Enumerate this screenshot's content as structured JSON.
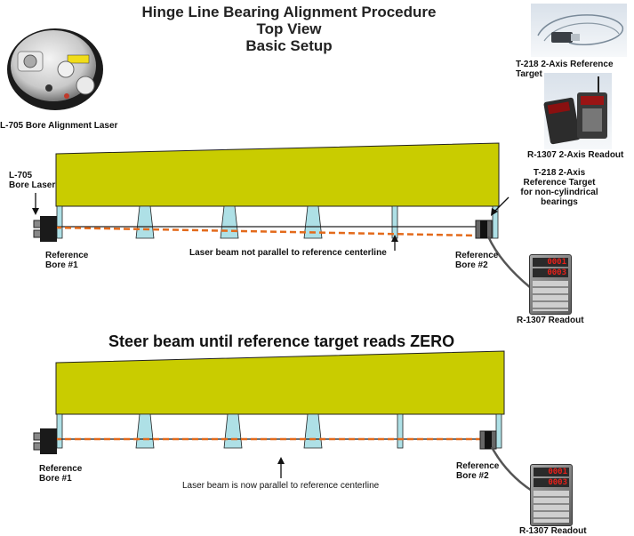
{
  "title": {
    "line1": "Hinge Line Bearing Alignment Procedure",
    "line2": "Top View",
    "line3": "Basic Setup"
  },
  "products": {
    "laser_caption": "L-705 Bore Alignment Laser",
    "target_caption": "T-218 2-Axis Reference Target",
    "readout_caption": "R-1307 2-Axis Readout"
  },
  "top_diagram": {
    "laser_label_line1": "L-705",
    "laser_label_line2": "Bore Laser",
    "target_label_line1": "T-218 2-Axis",
    "target_label_line2": "Reference Target",
    "target_label_line3": "for non-cylindrical",
    "target_label_line4": "bearings",
    "ref_bore1_line1": "Reference",
    "ref_bore1_line2": "Bore #1",
    "ref_bore2_line1": "Reference",
    "ref_bore2_line2": "Bore #2",
    "beam_note": "Laser beam not parallel to reference centerline",
    "readout_label": "R-1307 Readout",
    "readout_row1": "0001",
    "readout_row2": "0003"
  },
  "step_heading": "Steer beam until reference target reads ZERO",
  "bottom_diagram": {
    "ref_bore1_line1": "Reference",
    "ref_bore1_line2": "Bore #1",
    "ref_bore2_line1": "Reference",
    "ref_bore2_line2": "Bore #2",
    "beam_note": "Laser beam is now parallel to reference centerline",
    "readout_label": "R-1307 Readout",
    "readout_row1": "0001",
    "readout_row2": "0003"
  },
  "colors": {
    "wing": "#c9cc00",
    "beam": "#e36a1b",
    "readout_digits": "#e8201a",
    "bracket": "#aee0e6"
  }
}
